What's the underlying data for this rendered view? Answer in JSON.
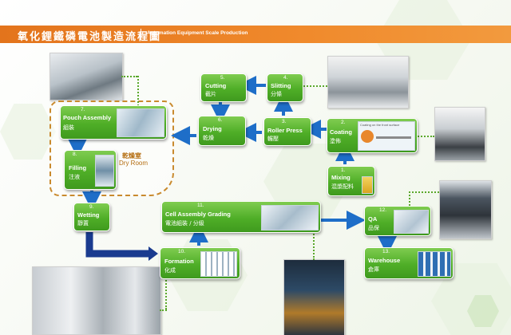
{
  "header": {
    "title": "氧化鋰鐵磷電池製造流程圖",
    "subtitle": "Automation Equipment Scale Production"
  },
  "dry_room": {
    "label_zh": "乾燥室",
    "label_en": "Dry Room"
  },
  "steps": [
    {
      "num": "1.",
      "en": "Mixing",
      "zh": "混漿配料"
    },
    {
      "num": "2.",
      "en": "Coating",
      "zh": "塗佈"
    },
    {
      "num": "3.",
      "en": "Roller Press",
      "zh": "輾壓"
    },
    {
      "num": "4.",
      "en": "Slitting",
      "zh": "分條"
    },
    {
      "num": "5.",
      "en": "Cutting",
      "zh": "截片"
    },
    {
      "num": "6.",
      "en": "Drying",
      "zh": "乾燥"
    },
    {
      "num": "7.",
      "en": "Pouch Assembly",
      "zh": "組裝"
    },
    {
      "num": "8.",
      "en": "Filling",
      "zh": "注液"
    },
    {
      "num": "9.",
      "en": "Wetting",
      "zh": "靜置"
    },
    {
      "num": "10.",
      "en": "Formation",
      "zh": "化成"
    },
    {
      "num": "11.",
      "en": "Cell Assembly Grading",
      "zh": "電池組裝 / 分級"
    },
    {
      "num": "12.",
      "en": "QA",
      "zh": "品保"
    },
    {
      "num": "13.",
      "en": "Warehouse",
      "zh": "倉庫"
    }
  ],
  "insets": {
    "coating_caption": "Coating on the front surface"
  },
  "colors": {
    "header_orange": "#e3741c",
    "box_green": "#4fae27",
    "arrow_blue": "#1e6ec8",
    "arrow_navy": "#1a3b8f",
    "dryroom_border": "#c98a2e"
  }
}
